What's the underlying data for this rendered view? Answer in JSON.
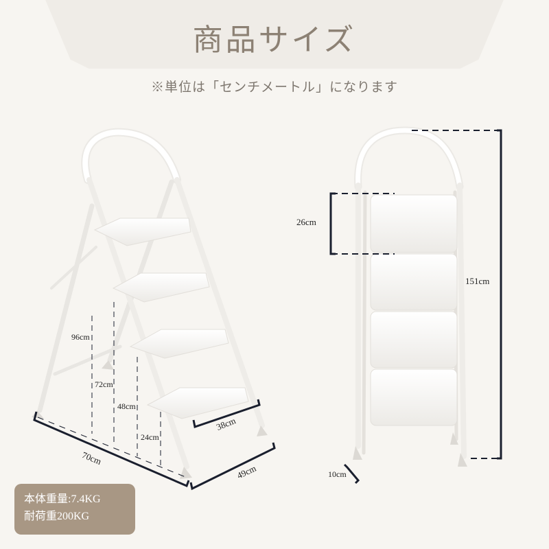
{
  "header": {
    "title": "商品サイズ",
    "unit_note": "※単位は「センチメートル」になります"
  },
  "left_view": {
    "dimensions": {
      "step_height_4": "96cm",
      "step_height_3": "72cm",
      "step_height_2": "48cm",
      "step_height_1": "24cm",
      "depth": "70cm",
      "step_width": "38cm",
      "base_width": "49cm"
    }
  },
  "right_view": {
    "dimensions": {
      "top_step_depth": "26cm",
      "folded_height": "151cm",
      "folded_thickness": "10cm"
    }
  },
  "spec_badge": {
    "weight": "本体重量:7.4KG",
    "load_capacity": "耐荷重200KG"
  },
  "colors": {
    "background": "#f7f5f1",
    "title_box": "#efece7",
    "title_text": "#8c8174",
    "badge": "#a89784",
    "dimension_line": "#1a1f2e"
  }
}
